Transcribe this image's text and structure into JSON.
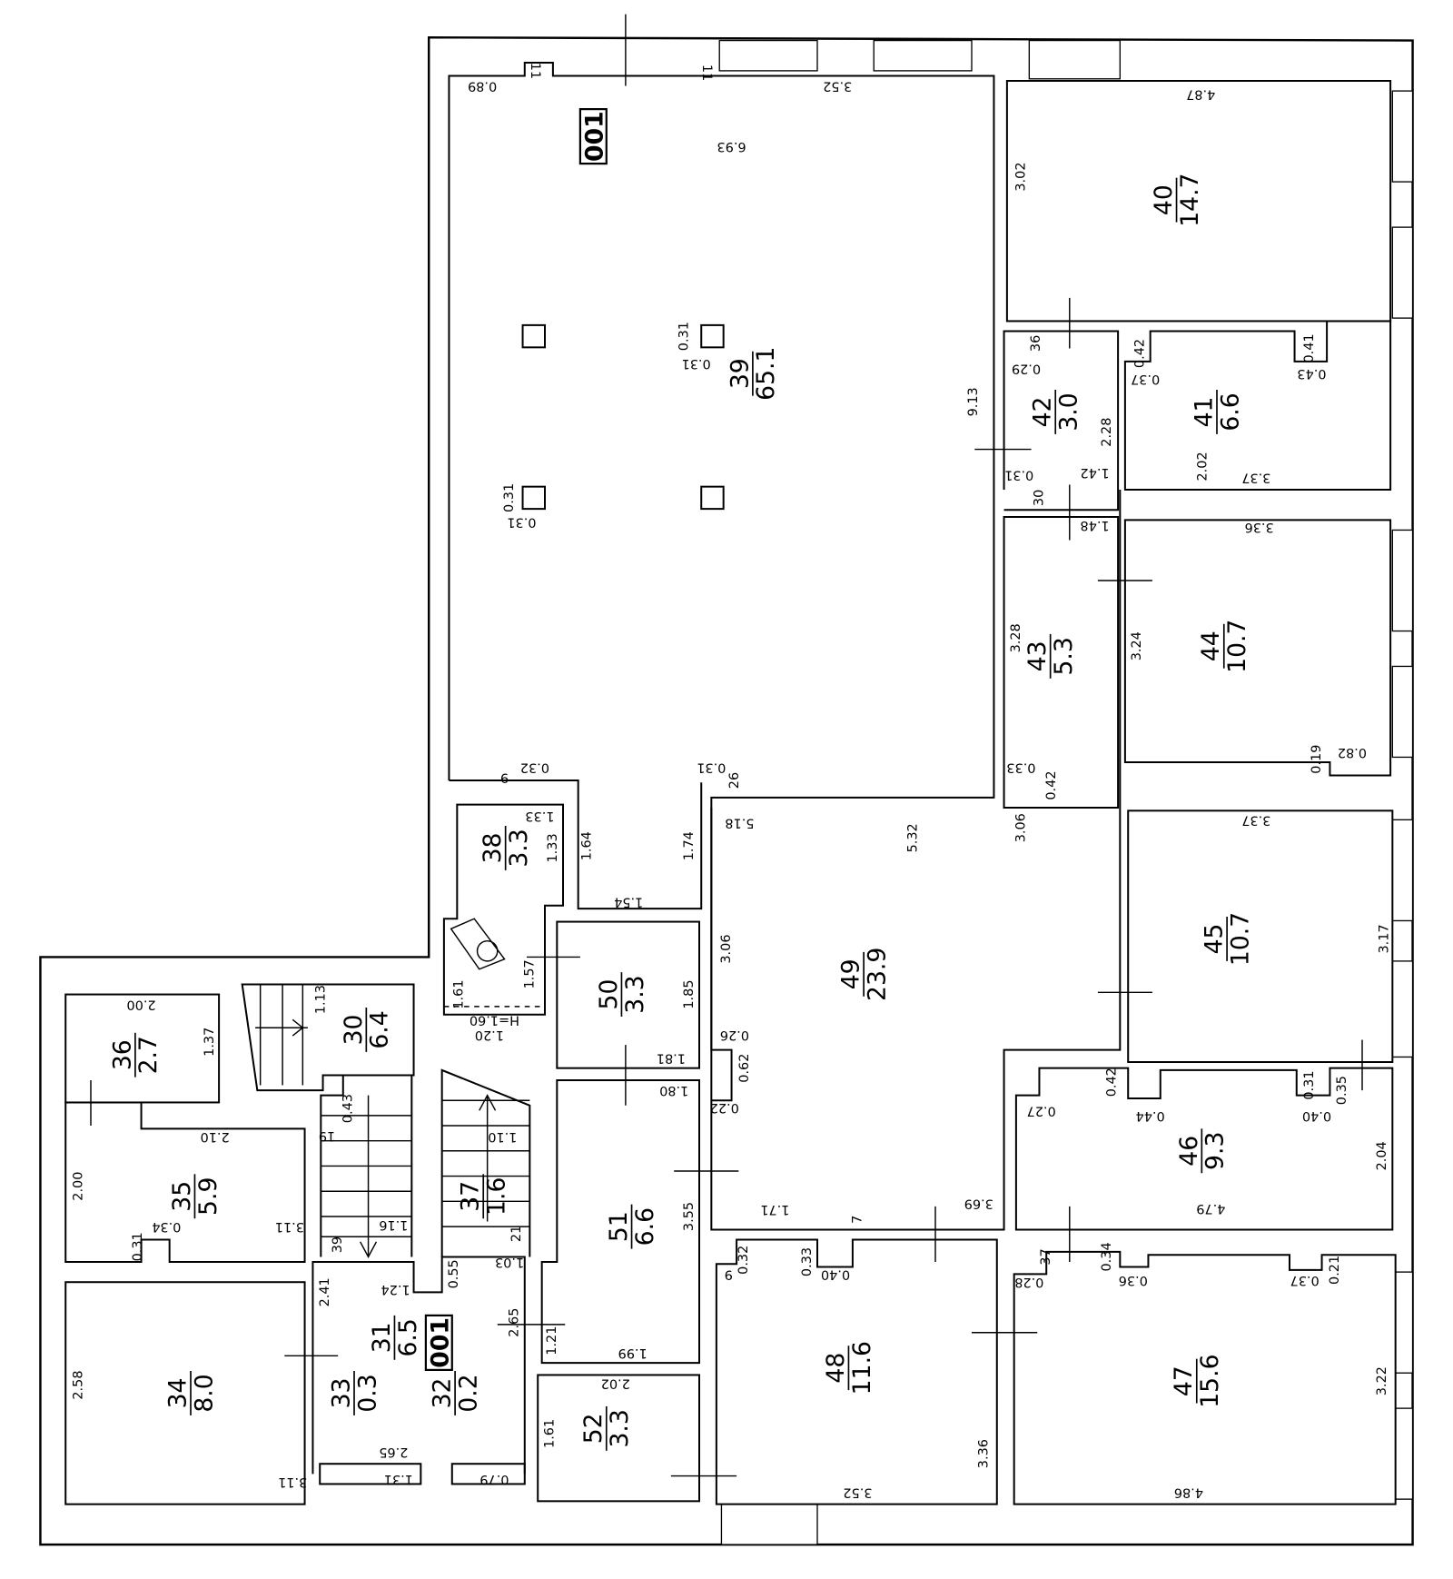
{
  "plan": {
    "stamps": [
      "001",
      "001"
    ],
    "rooms": [
      {
        "number": "39",
        "area": "65.1"
      },
      {
        "number": "40",
        "area": "14.7"
      },
      {
        "number": "41",
        "area": "6.6"
      },
      {
        "number": "42",
        "area": "3.0"
      },
      {
        "number": "43",
        "area": "5.3"
      },
      {
        "number": "44",
        "area": "10.7"
      },
      {
        "number": "45",
        "area": "10.7"
      },
      {
        "number": "46",
        "area": "9.3"
      },
      {
        "number": "47",
        "area": "15.6"
      },
      {
        "number": "48",
        "area": "11.6"
      },
      {
        "number": "49",
        "area": "23.9"
      },
      {
        "number": "50",
        "area": "3.3"
      },
      {
        "number": "51",
        "area": "6.6"
      },
      {
        "number": "52",
        "area": "3.3"
      },
      {
        "number": "38",
        "area": "3.3"
      },
      {
        "number": "30",
        "area": "6.4"
      },
      {
        "number": "36",
        "area": "2.7"
      },
      {
        "number": "35",
        "area": "5.9"
      },
      {
        "number": "34",
        "area": "8.0"
      },
      {
        "number": "31",
        "area": "6.5"
      },
      {
        "number": "33",
        "area": "0.3"
      },
      {
        "number": "32",
        "area": "0.2"
      },
      {
        "number": "37",
        "area": "1.6"
      }
    ],
    "dimensions": [
      "0.89",
      "11",
      "11",
      "3.52",
      "6.93",
      "4.87",
      "3.02",
      "0.31",
      "0.31",
      "9.13",
      "36",
      "0.29",
      "2.28",
      "0.31",
      "1.42",
      "30",
      "1.48",
      "0.42",
      "0.37",
      "0.41",
      "0.43",
      "2.02",
      "3.37",
      "0.31",
      "0.31",
      "3.36",
      "3.24",
      "0.19",
      "0.82",
      "3.28",
      "0.33",
      "0.42",
      "3.06",
      "0.32",
      "9",
      "0.31",
      "26",
      "1.33",
      "1.33",
      "1.64",
      "1.74",
      "5.18",
      "5.32",
      "3.37",
      "3.17",
      "1.54",
      "3.06",
      "1.57",
      "1.85",
      "1.61",
      "H=1.60",
      "1.20",
      "0.26",
      "0.62",
      "1.81",
      "1.80",
      "0.22",
      "1.13",
      "2.00",
      "1.37",
      "0.42",
      "0.31",
      "0.35",
      "0.27",
      "0.44",
      "0.40",
      "2.04",
      "4.79",
      "3.69",
      "1.71",
      "7",
      "0.43",
      "19",
      "1.10",
      "2.10",
      "2.00",
      "3.11",
      "0.31",
      "0.34",
      "1.16",
      "3.55",
      "21",
      "39",
      "0.55",
      "1.03",
      "2.41",
      "1.24",
      "2.65",
      "1.21",
      "1.99",
      "0.32",
      "9",
      "0.33",
      "0.40",
      "37",
      "0.28",
      "0.34",
      "0.36",
      "0.37",
      "0.21",
      "2.58",
      "3.22",
      "2.02",
      "1.61",
      "3.36",
      "3.52",
      "4.86",
      "3.11",
      "2.65",
      "1.31",
      "0.79"
    ]
  }
}
